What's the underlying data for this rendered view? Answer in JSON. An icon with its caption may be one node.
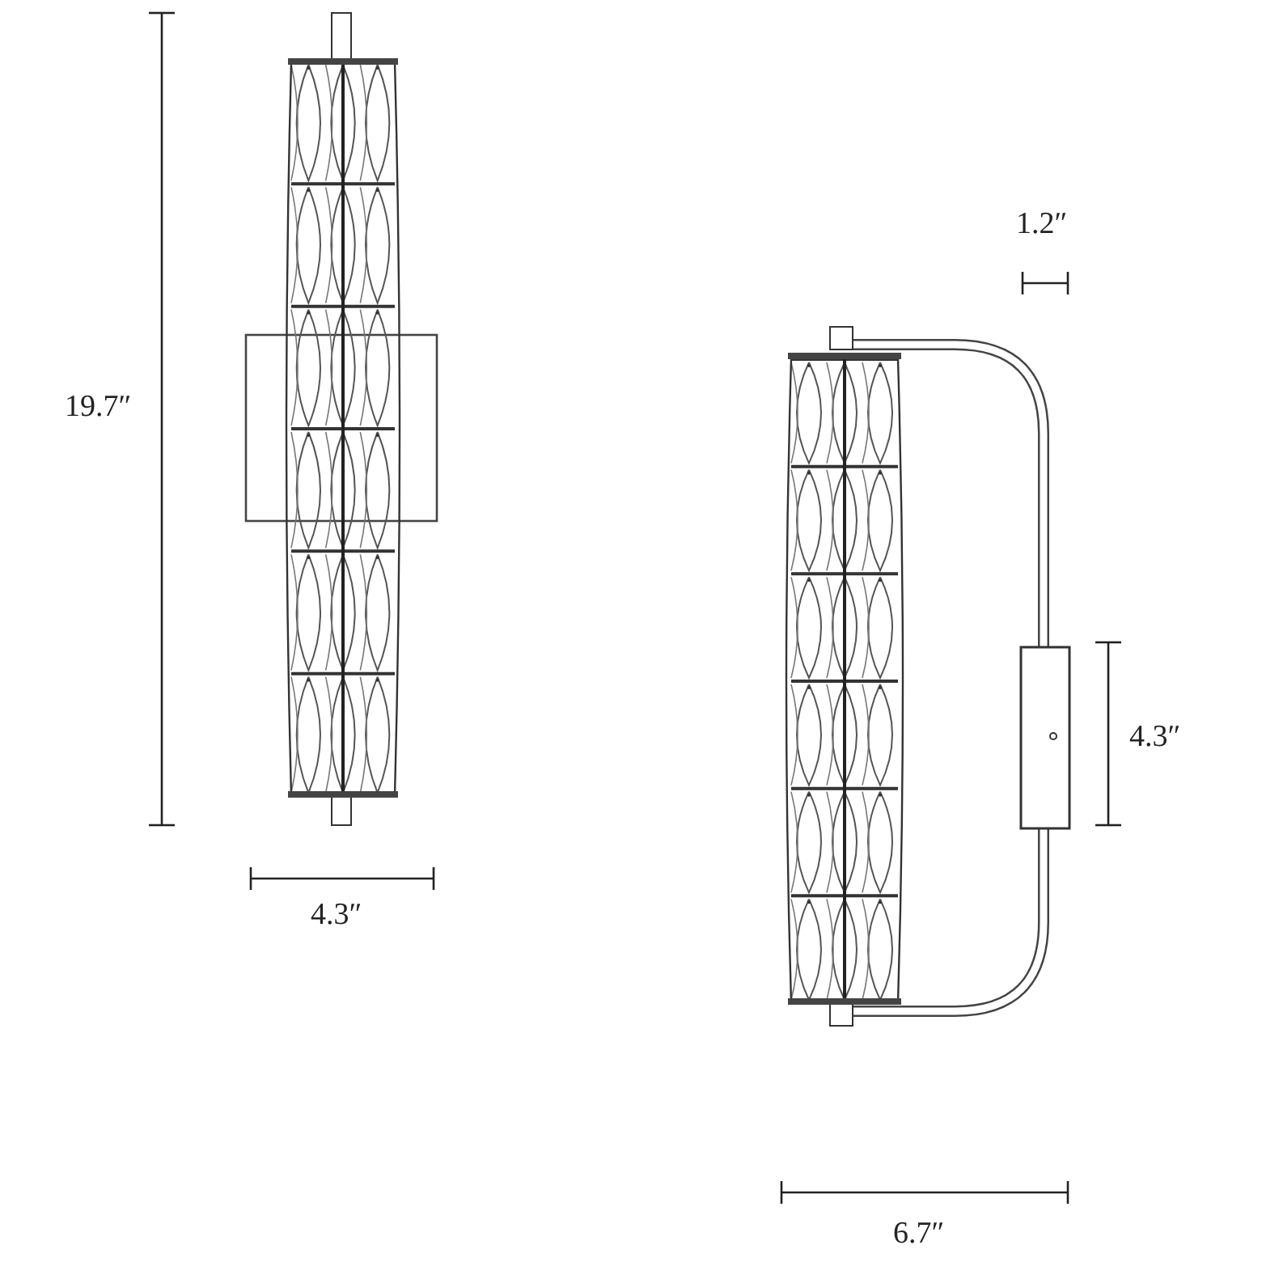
{
  "diagram": {
    "labels": [
      "19.7″",
      "4.3″",
      "1.2″",
      "4.3″",
      "6.7″"
    ]
  }
}
